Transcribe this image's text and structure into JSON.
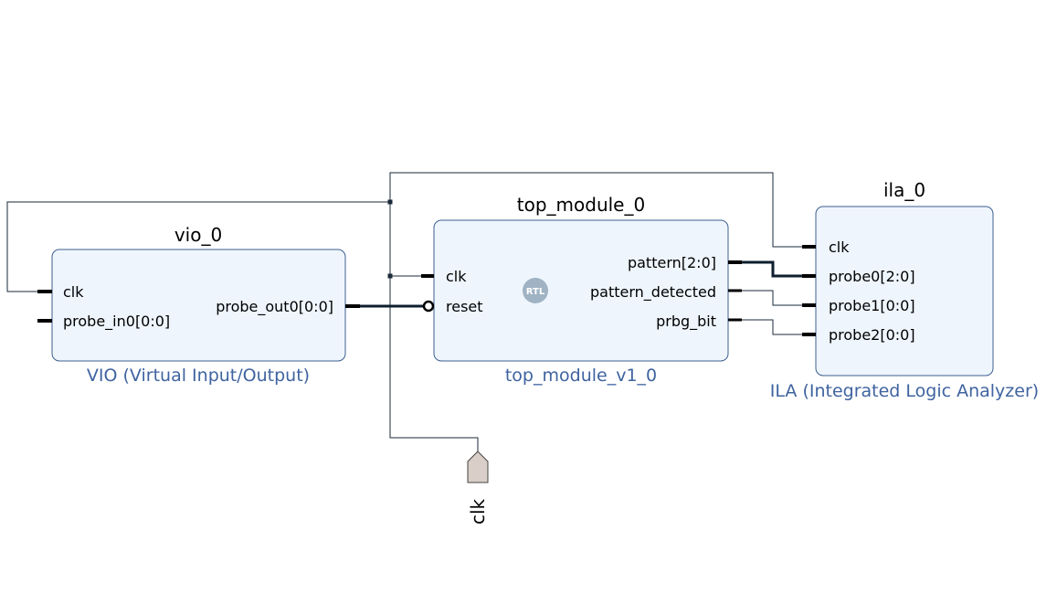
{
  "blocks": {
    "vio": {
      "instance": "vio_0",
      "ip_name": "VIO (Virtual Input/Output)",
      "ports_left": [
        "clk",
        "probe_in0[0:0]"
      ],
      "ports_right": [
        "probe_out0[0:0]"
      ]
    },
    "top": {
      "instance": "top_module_0",
      "ip_name": "top_module_v1_0",
      "badge": "RTL",
      "ports_left": [
        "clk",
        "reset"
      ],
      "ports_right": [
        "pattern[2:0]",
        "pattern_detected",
        "prbg_bit"
      ]
    },
    "ila": {
      "instance": "ila_0",
      "ip_name": "ILA (Integrated Logic Analyzer)",
      "ports_left": [
        "clk",
        "probe0[2:0]",
        "probe1[0:0]",
        "probe2[0:0]"
      ]
    }
  },
  "external_ports": {
    "clk": "clk"
  },
  "colors": {
    "block_fill": "#eef5fd",
    "block_stroke": "#3d5f8f",
    "ip_name_text": "#3f63a0",
    "rtl_badge": "#9fb3c4",
    "external_port_fill": "#d9cfc8"
  }
}
